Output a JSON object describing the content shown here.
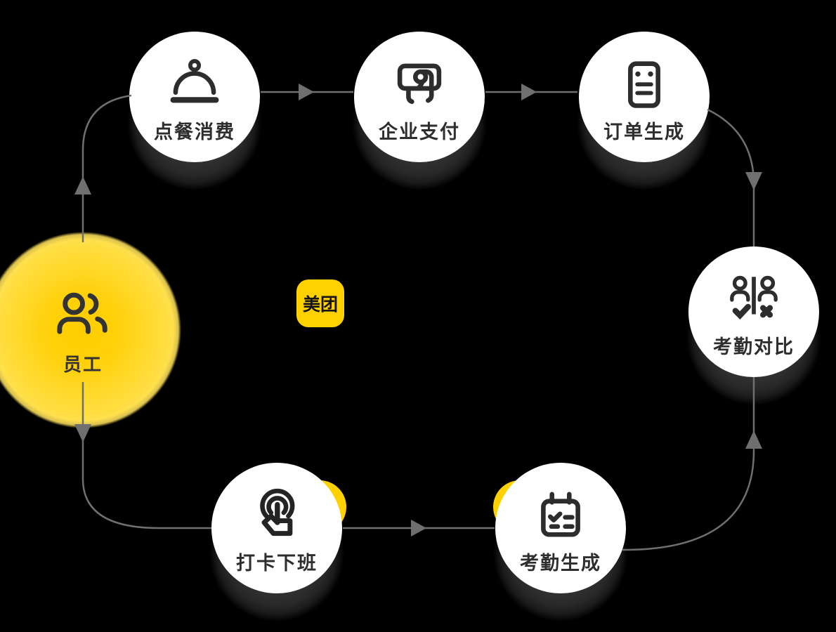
{
  "diagram": {
    "brand": {
      "logo_text": "美团",
      "logo_bg_color": "#FFD100",
      "logo_text_color": "#141414"
    },
    "employee": {
      "label": "员工",
      "icon": "users-icon",
      "core_color": "#FFD100",
      "glow_color": "#FFDF45"
    },
    "steps": [
      {
        "id": "dine",
        "label": "点餐消费",
        "icon": "cloche-icon"
      },
      {
        "id": "pay",
        "label": "企业支付",
        "icon": "hand-payment-icon"
      },
      {
        "id": "order",
        "label": "订单生成",
        "icon": "receipt-icon"
      },
      {
        "id": "compare",
        "label": "考勤对比",
        "icon": "people-compare-icon"
      },
      {
        "id": "attendance",
        "label": "考勤生成",
        "icon": "calendar-check-icon"
      },
      {
        "id": "clockout",
        "label": "打卡下班",
        "icon": "tap-finger-icon"
      }
    ],
    "colors": {
      "background": "#000000",
      "node_fill": "#FFFFFF",
      "icon_stroke": "#2D2D2D",
      "connector": "#6F6F6F",
      "node_shadow": "#2E2E2E"
    }
  }
}
